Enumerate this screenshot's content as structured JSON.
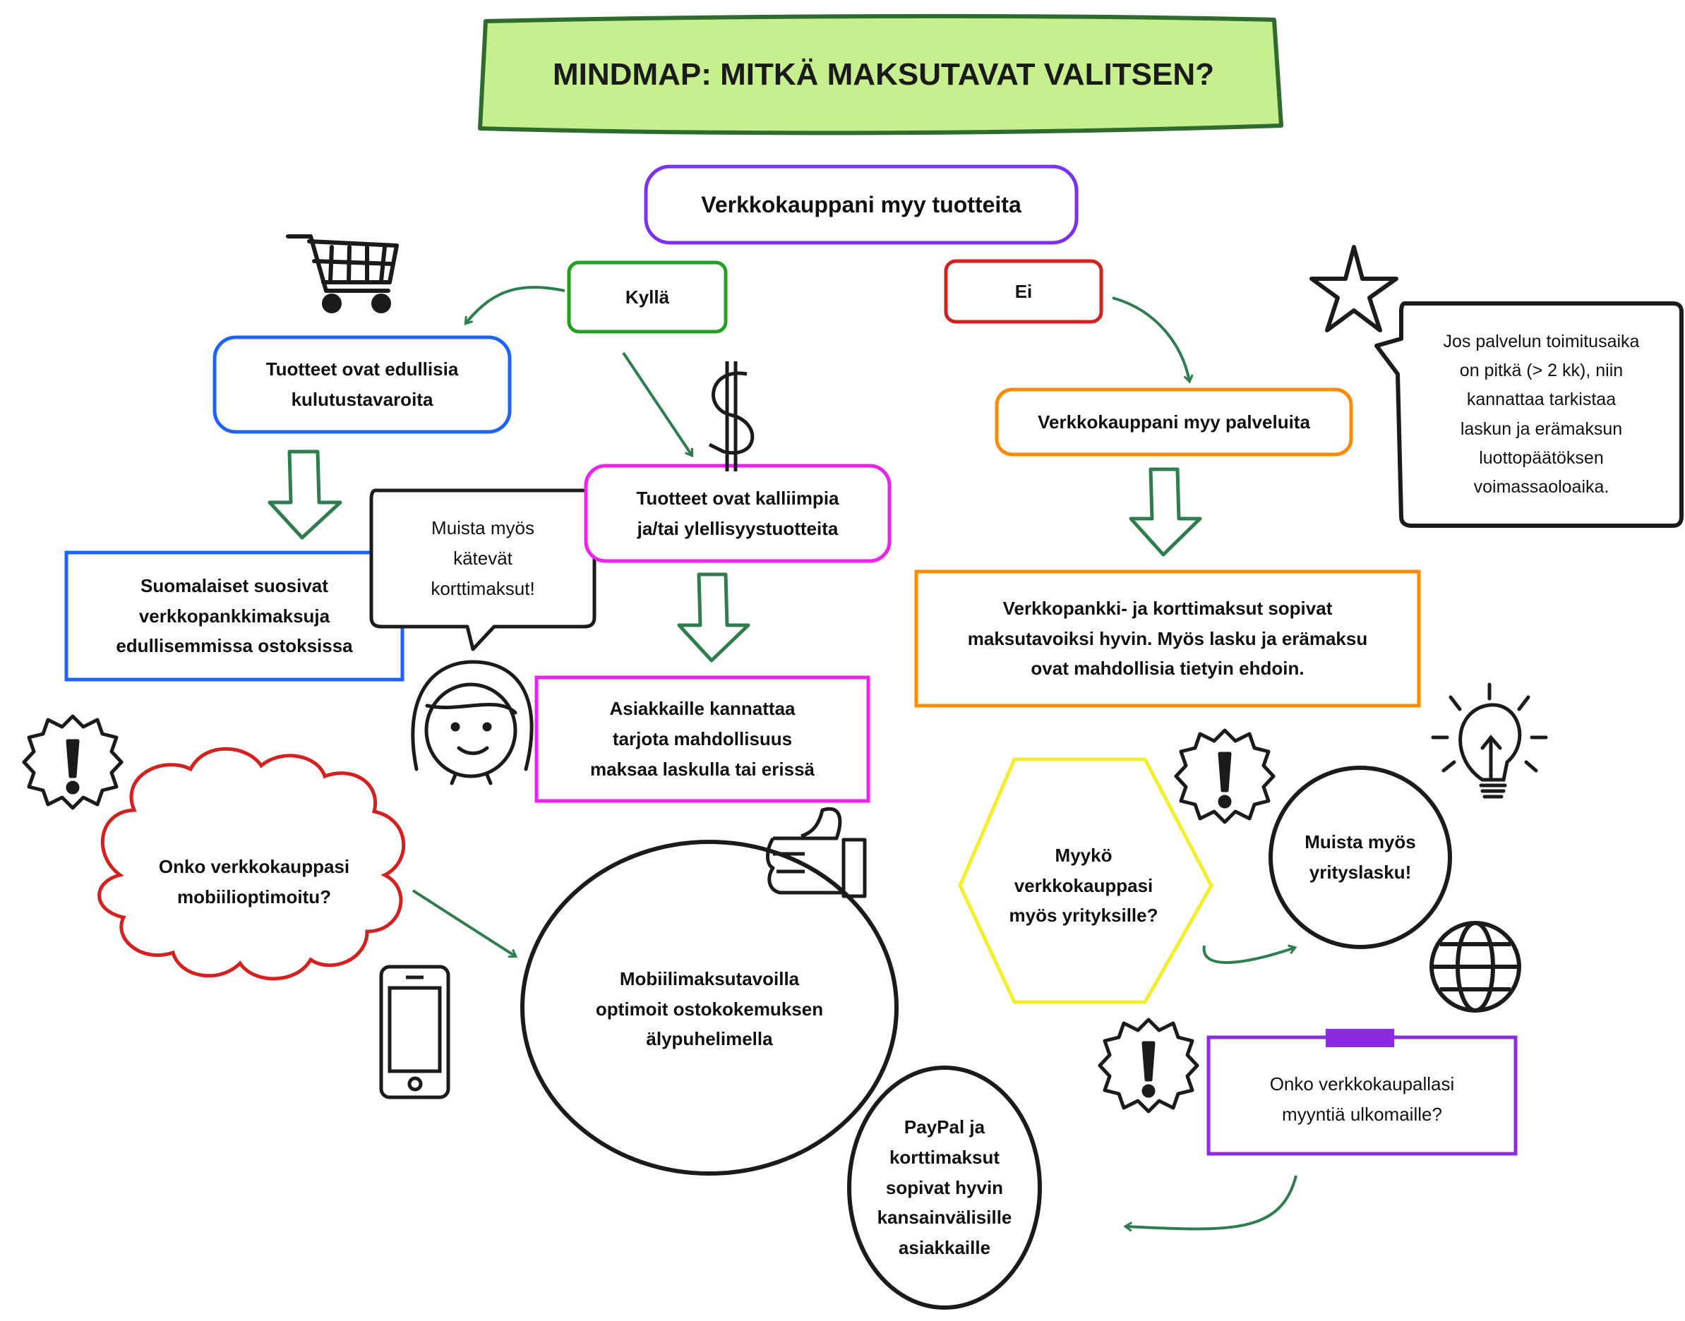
{
  "title": "MINDMAP: MITKÄ MAKSUTAVAT VALITSEN?",
  "colors": {
    "title_fill": "#c6f08e",
    "title_border": "#2f6b2f",
    "purple": "#7b2ff7",
    "green": "#22a022",
    "red": "#d61f1f",
    "blue": "#1f63ff",
    "magenta": "#ee22ee",
    "orange": "#ff8c00",
    "yellow": "#f5ef2a",
    "arrow": "#2e7d4f",
    "ink": "#1b1b1b"
  },
  "nodes": {
    "root": "Verkkokauppani myy tuotteita",
    "yes": "Kyllä",
    "no": "Ei",
    "cheap": "Tuotteet ovat edullisia\nkulutustavaroita",
    "finns": "Suomalaiset suosivat\nverkkopankkimaksuja\nedullisemmissa ostoksissa",
    "remember_cards": "Muista myös\nkätevät\nkorttimaksut!",
    "expensive": "Tuotteet ovat kalliimpia\nja/tai ylellisyystuotteita",
    "invoice": "Asiakkaille kannattaa\ntarjota mahdollisuus\nmaksaa laskulla tai erissä",
    "mobile_q": "Onko verkkokauppasi\nmobiilioptimoitu?",
    "mobile_pay": "Mobiilimaksutavoilla\noptimoit ostokokemuksen\nälypuhelimella",
    "services": "Verkkokauppani myy palveluita",
    "service_methods": "Verkkopankki- ja korttimaksut sopivat\nmaksutavoiksi hyvin. Myös lasku ja erämaksu\novat mahdollisia tietyin ehdoin.",
    "delivery_note": "Jos palvelun toimitusaika\non pitkä (> 2 kk), niin\nkannattaa tarkistaa\nlaskun ja erämaksun\nluottopäätöksen\nvoimassaoloaika.",
    "business_q": "Myykö\nverkkokauppasi\nmyös yrityksille?",
    "business_invoice": "Muista myös\nyrityslasku!",
    "abroad_q": "Onko verkkokaupallasi\nmyyntiä ulkomaille?",
    "paypal": "PayPal ja\nkorttimaksut\nsopivat hyvin\nkansainvälisille\nasiakkaille"
  }
}
